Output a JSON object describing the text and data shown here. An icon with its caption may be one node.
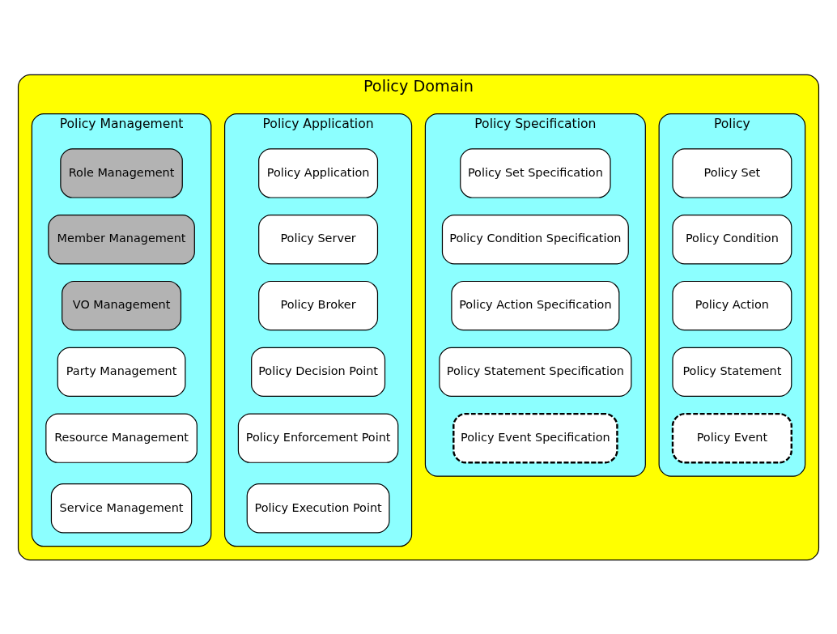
{
  "diagram": {
    "nodes": [
      {
        "text": [
          "Policy Domain"
        ]
      },
      {
        "text": [
          "Policy"
        ],
        "in": 0
      },
      {
        "text": [
          "Policy Set"
        ],
        "in": 1
      },
      {
        "text": [
          "Policy Condition"
        ],
        "in": 1
      },
      {
        "text": [
          "Policy Action"
        ],
        "in": 1
      },
      {
        "text": [
          "Policy Statement"
        ],
        "in": 1
      },
      {
        "text": [
          "Policy Event"
        ],
        "in": 1
      },
      {
        "text": [
          "Policy Specification"
        ],
        "in": 0
      },
      {
        "text": [
          "Policy Set Specification"
        ],
        "in": 7
      },
      {
        "text": [
          "Policy Condition Specification"
        ],
        "in": 7
      },
      {
        "text": [
          "Policy Action Specification"
        ],
        "in": 7
      },
      {
        "text": [
          "Policy Statement Specification"
        ],
        "in": 7
      },
      {
        "text": [
          "Policy Event Specification"
        ],
        "in": 7
      },
      {
        "text": [
          "Policy Application"
        ],
        "in": 0
      },
      {
        "text": [
          "Policy Application"
        ],
        "in": 13
      },
      {
        "text": [
          "Policy Server"
        ],
        "in": 13
      },
      {
        "text": [
          "Policy Broker"
        ],
        "in": 13
      },
      {
        "text": [
          "Policy Decision Point"
        ],
        "in": 13
      },
      {
        "text": [
          "Policy Enforcement Point"
        ],
        "in": 13
      },
      {
        "text": [
          "Policy Execution Point"
        ],
        "in": 13
      },
      {
        "text": [
          "Policy Management"
        ],
        "in": 0
      },
      {
        "text": [
          "Role Management"
        ],
        "in": 20
      },
      {
        "text": [
          "Member Management"
        ],
        "in": 20
      },
      {
        "text": [
          "VO Management"
        ],
        "in": 20
      },
      {
        "text": [
          "Party Management"
        ],
        "in": 20
      },
      {
        "text": [
          "Resource Management"
        ],
        "in": 20
      },
      {
        "text": [
          "Service Management"
        ],
        "in": 20
      }
    ],
    "edges": []
  }
}
